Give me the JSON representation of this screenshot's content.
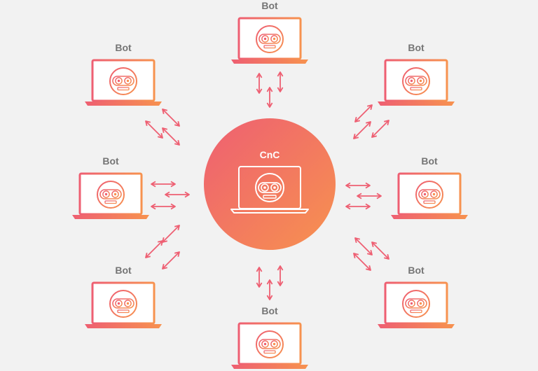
{
  "diagram": {
    "hub": {
      "label": "CnC",
      "icon": "robot-face-icon"
    },
    "bots": [
      {
        "label": "Bot",
        "icon": "robot-face-icon"
      },
      {
        "label": "Bot",
        "icon": "robot-face-icon"
      },
      {
        "label": "Bot",
        "icon": "robot-face-icon"
      },
      {
        "label": "Bot",
        "icon": "robot-face-icon"
      },
      {
        "label": "Bot",
        "icon": "robot-face-icon"
      },
      {
        "label": "Bot",
        "icon": "robot-face-icon"
      },
      {
        "label": "Bot",
        "icon": "robot-face-icon"
      },
      {
        "label": "Bot",
        "icon": "robot-face-icon"
      }
    ],
    "colors": {
      "background": "#f2f2f2",
      "gradient_start": "#ee5f72",
      "gradient_end": "#f7924f",
      "label": "#757575",
      "hub_label": "#ffffff"
    }
  }
}
